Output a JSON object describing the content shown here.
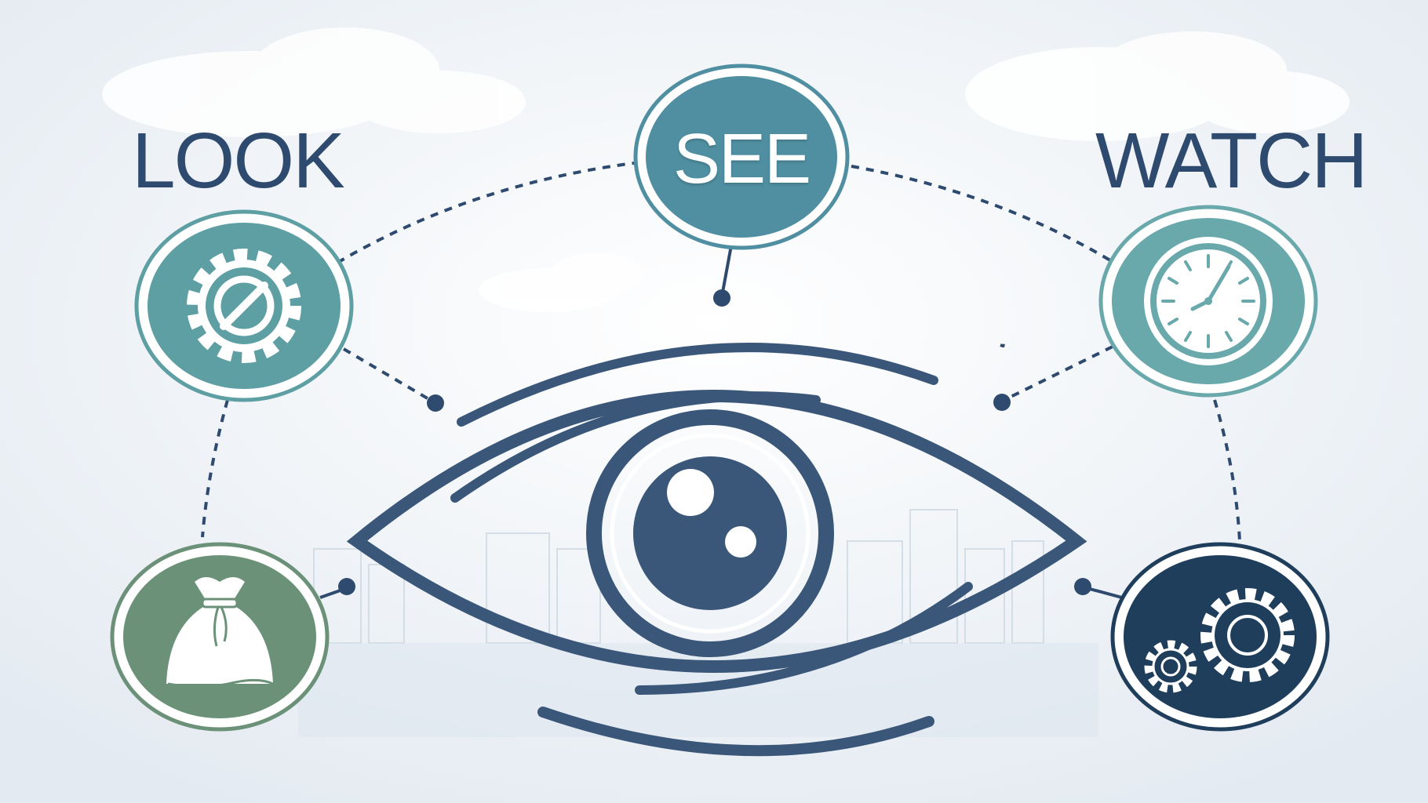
{
  "labels": {
    "look": "LOOK",
    "see": "SEE",
    "watch": "WATCH"
  },
  "icons": {
    "center": "eye-icon",
    "top_left": "gear-no-icon",
    "top_right": "clock-icon",
    "bottom_left": "money-bag-icon",
    "bottom_right": "gears-icon"
  },
  "colors": {
    "navy": "#2e4a6e",
    "teal": "#4f8fa1",
    "light_teal": "#6aa9ab",
    "sage": "#6b9278",
    "dark_navy": "#1f3e5c",
    "background": "#eef2f6"
  }
}
